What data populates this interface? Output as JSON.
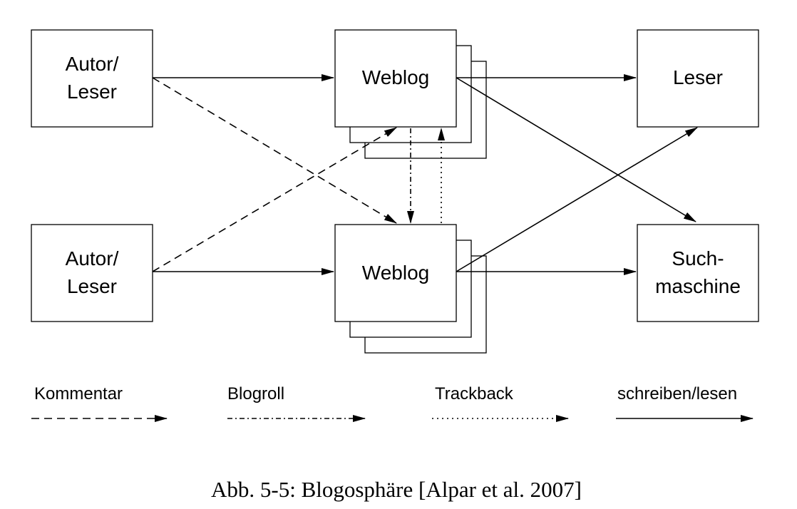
{
  "nodes": {
    "author_top": [
      "Autor/",
      "Leser"
    ],
    "author_bottom": [
      "Autor/",
      "Leser"
    ],
    "weblog_top": "Weblog",
    "weblog_bottom": "Weblog",
    "reader": "Leser",
    "search_engine": [
      "Such-",
      "maschine"
    ]
  },
  "legend": {
    "comment": "Kommentar",
    "blogroll": "Blogroll",
    "trackback": "Trackback",
    "write_read": "schreiben/lesen"
  },
  "caption": "Abb. 5-5: Blogosphäre [Alpar et al. 2007]"
}
